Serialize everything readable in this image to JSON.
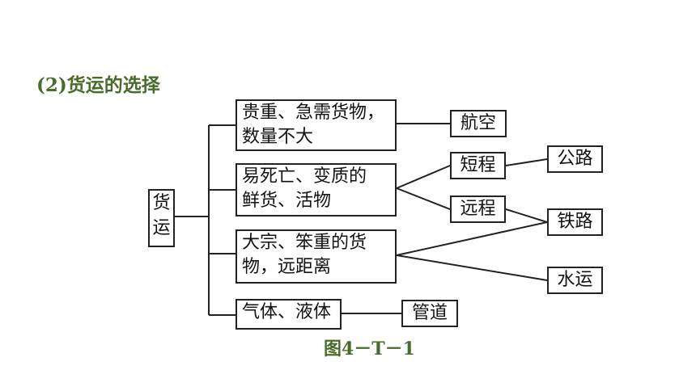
{
  "heading": "(2)货运的选择",
  "caption": "图4－T－1",
  "root": "货\n运",
  "categories": [
    "贵重、急需货物，\n数量不大",
    "易死亡、变质的\n鲜货、活物",
    "大宗、笨重的货\n物，远距离",
    "气体、液体"
  ],
  "distances": [
    "短程",
    "远程"
  ],
  "modes": {
    "air": "航空",
    "highway": "公路",
    "rail": "铁路",
    "water": "水运",
    "pipeline": "管道"
  }
}
